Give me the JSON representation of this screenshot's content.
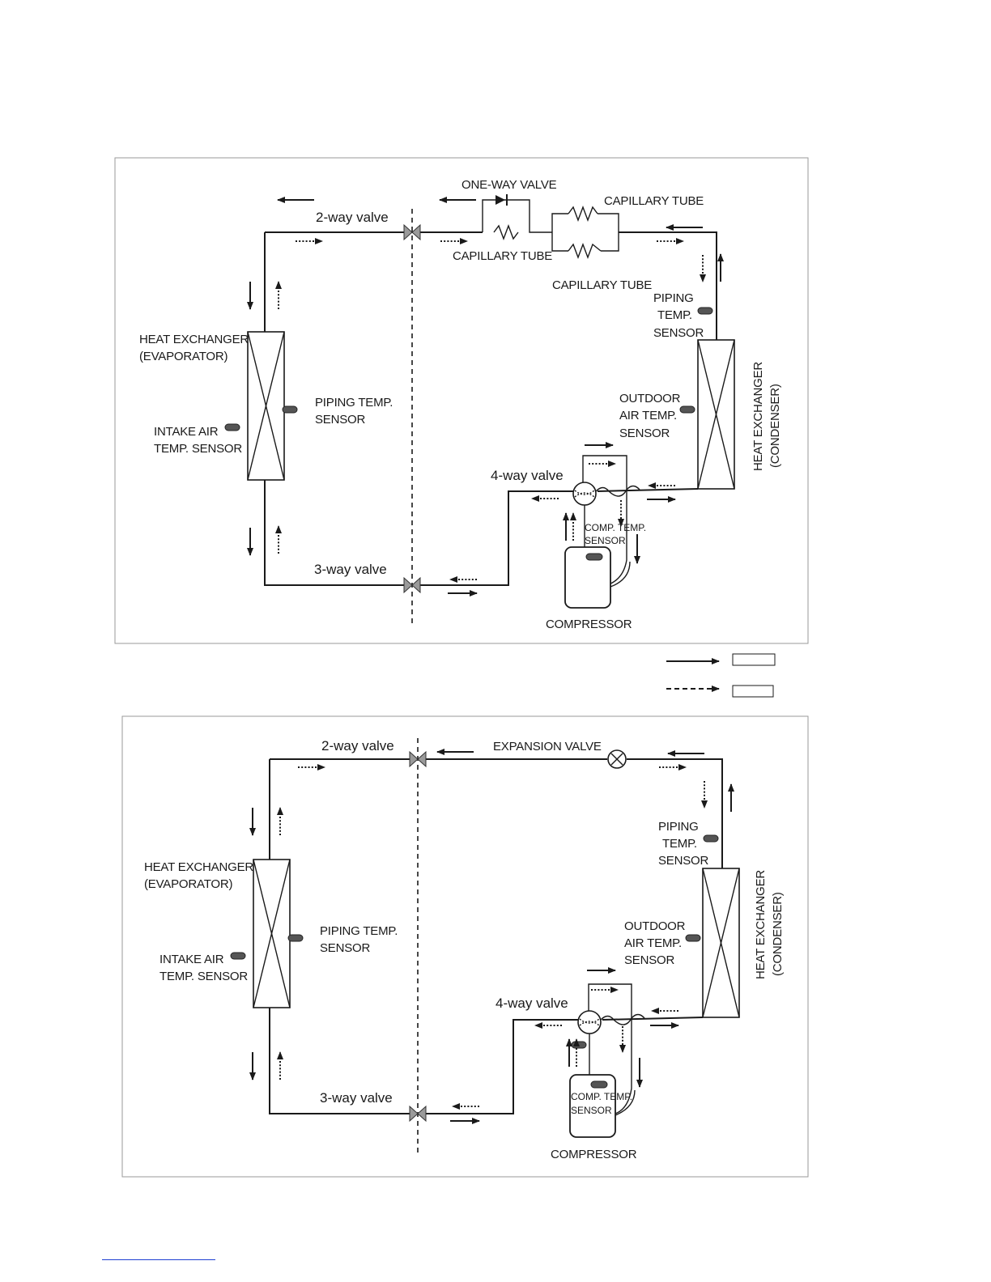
{
  "diagram1": {
    "labels": {
      "one_way_valve": "ONE-WAY VALVE",
      "capillary_top_right": "CAPILLARY TUBE",
      "capillary_bottom_left": "CAPILLARY TUBE",
      "capillary_bottom_right": "CAPILLARY TUBE",
      "two_way_valve": "2-way valve",
      "three_way_valve": "3-way valve",
      "four_way_valve": "4-way valve",
      "hx_evap_line1": "HEAT EXCHANGER",
      "hx_evap_line2": "(EVAPORATOR)",
      "piping_temp_indoor_line1": "PIPING TEMP.",
      "piping_temp_indoor_line2": "SENSOR",
      "intake_air_line1": "INTAKE AIR",
      "intake_air_line2": "TEMP. SENSOR",
      "piping_temp_outdoor_line1": "PIPING",
      "piping_temp_outdoor_line2": "TEMP.",
      "piping_temp_outdoor_line3": "SENSOR",
      "outdoor_air_line1": "OUTDOOR",
      "outdoor_air_line2": "AIR TEMP.",
      "outdoor_air_line3": "SENSOR",
      "hx_cond_line1": "HEAT EXCHANGER",
      "hx_cond_line2": "(CONDENSER)",
      "comp_temp_line1": "COMP. TEMP.",
      "comp_temp_line2": "SENSOR",
      "compressor": "COMPRESSOR"
    }
  },
  "legend": {
    "solid_label": "",
    "dashed_label": ""
  },
  "diagram2": {
    "labels": {
      "expansion_valve": "EXPANSION VALVE",
      "two_way_valve": "2-way valve",
      "three_way_valve": "3-way valve",
      "four_way_valve": "4-way valve",
      "hx_evap_line1": "HEAT EXCHANGER",
      "hx_evap_line2": "(EVAPORATOR)",
      "piping_temp_indoor_line1": "PIPING TEMP.",
      "piping_temp_indoor_line2": "SENSOR",
      "intake_air_line1": "INTAKE AIR",
      "intake_air_line2": "TEMP. SENSOR",
      "piping_temp_outdoor_line1": "PIPING",
      "piping_temp_outdoor_line2": "TEMP.",
      "piping_temp_outdoor_line3": "SENSOR",
      "outdoor_air_line1": "OUTDOOR",
      "outdoor_air_line2": "AIR TEMP.",
      "outdoor_air_line3": "SENSOR",
      "hx_cond_line1": "HEAT EXCHANGER",
      "hx_cond_line2": "(CONDENSER)",
      "comp_temp_line1": "COMP. TEMP.",
      "comp_temp_line2": "SENSOR",
      "compressor": "COMPRESSOR"
    }
  }
}
